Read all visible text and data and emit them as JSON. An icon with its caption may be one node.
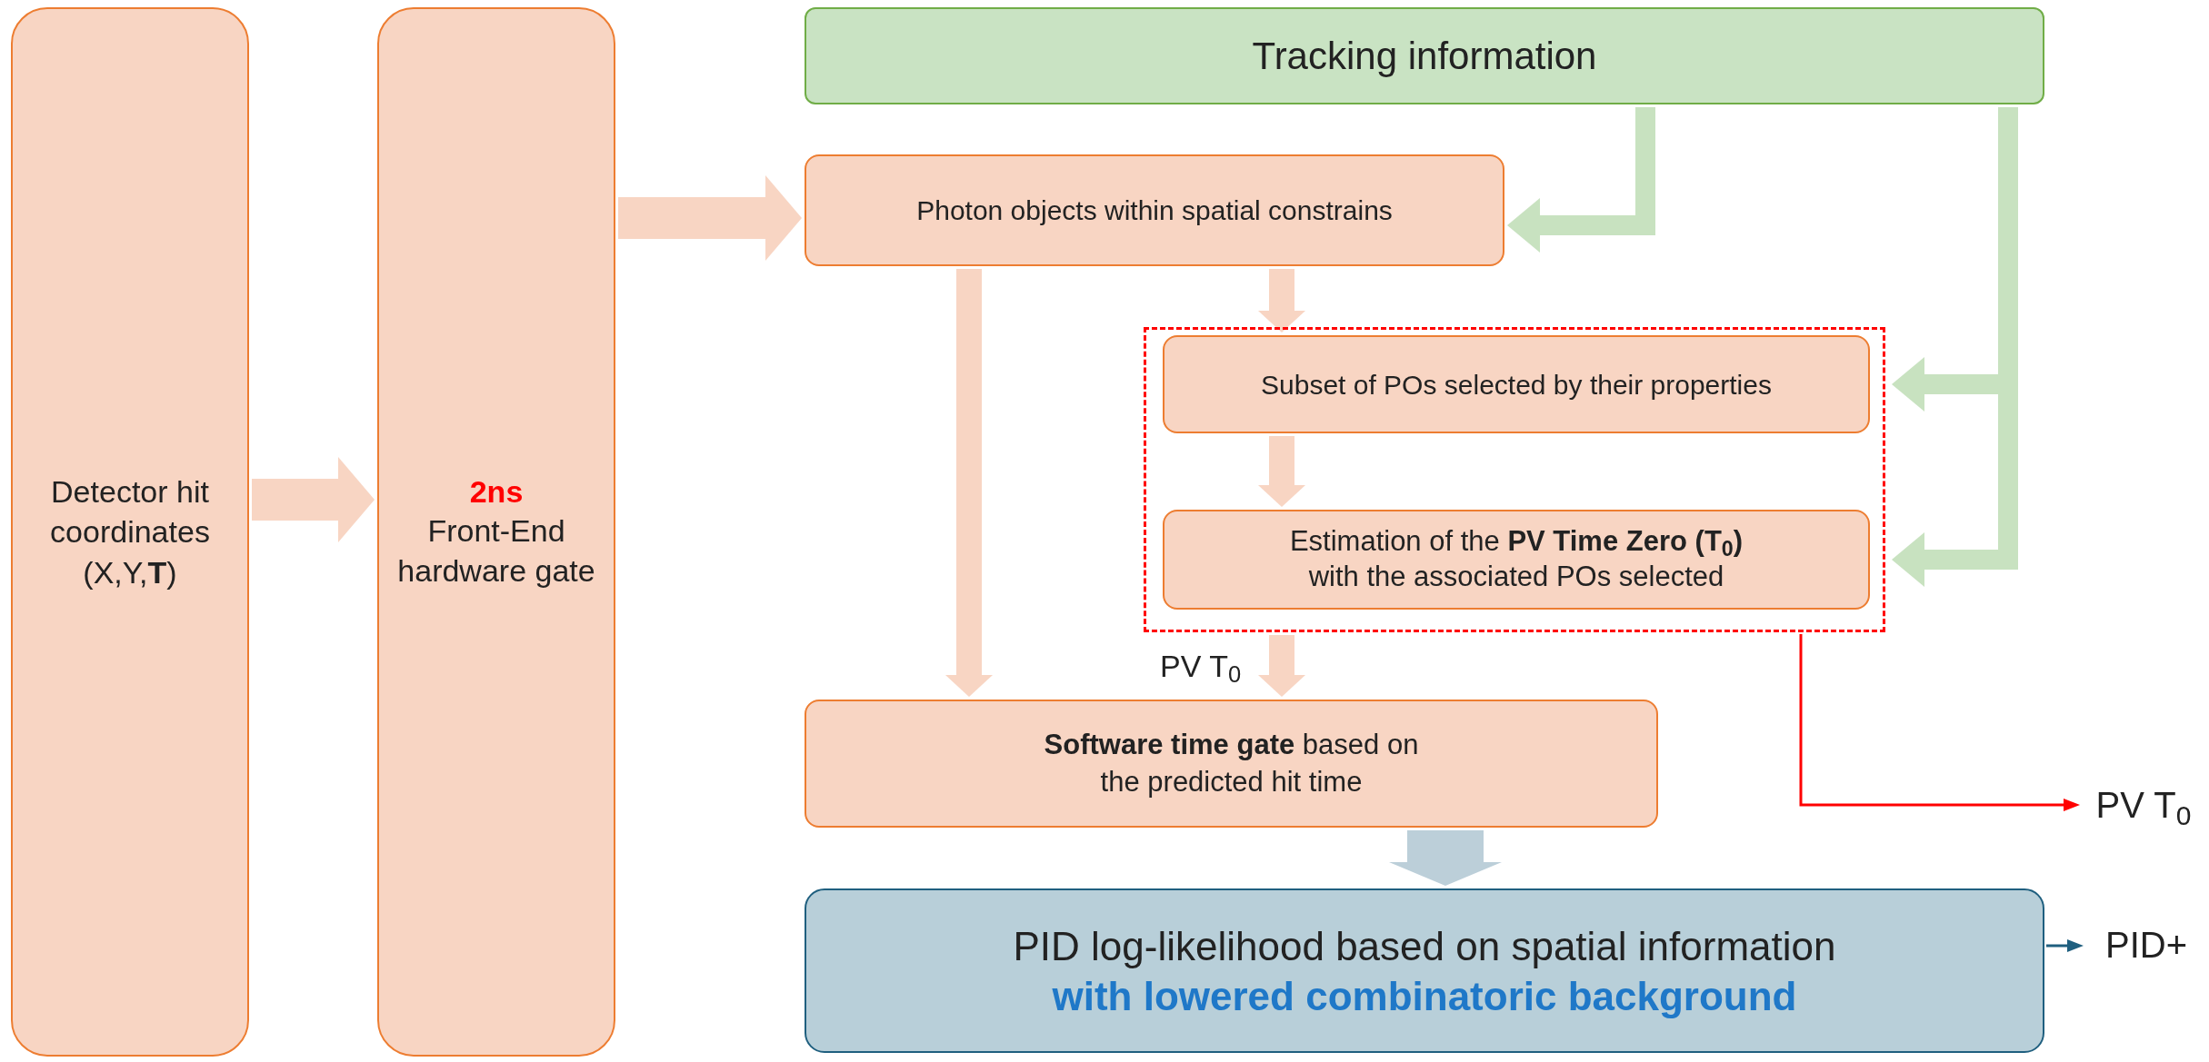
{
  "diagram": {
    "nodes": [
      {
        "text": [
          "Detector hit coordinates (X,Y,**T**)"
        ]
      },
      {
        "text": [
          "2ns",
          "Front-End hardware gate"
        ]
      },
      {
        "text": [
          "Tracking information"
        ]
      },
      {
        "text": [
          "Photon objects within spatial constrains"
        ]
      },
      {
        "text": [],
        "shape": "box"
      },
      {
        "text": [
          "Subset of POs selected by their properties"
        ],
        "in": 4
      },
      {
        "text": [
          "Estimation of the **PV Time Zero (T$_{0}$)** with the associated POs selected"
        ],
        "in": 4
      },
      {
        "text": [
          "**Software time gate** based on the predicted hit time"
        ]
      },
      {
        "text": [
          "PID log-likelihood based on spatial information",
          "with lowered combinatoric background"
        ]
      },
      {
        "text": [
          "PV T$_{0}$"
        ]
      },
      {
        "text": [
          "PID+"
        ]
      }
    ],
    "edges": [
      {
        "from": 0,
        "to": 1,
        "arrow": "to"
      },
      {
        "from": 1,
        "to": 3,
        "arrow": "to"
      },
      {
        "from": 2,
        "to": 3,
        "arrow": "to",
        "color": "#c8e2c0"
      },
      {
        "from": 2,
        "to": 5,
        "arrow": "to",
        "color": "#c8e2c0"
      },
      {
        "from": 2,
        "to": 6,
        "arrow": "to",
        "color": "#c8e2c0"
      },
      {
        "from": 3,
        "to": 5,
        "arrow": "to"
      },
      {
        "from": 5,
        "to": 6,
        "arrow": "to"
      },
      {
        "from": 4,
        "to": 7,
        "arrow": "to",
        "label": "PV T$_{0}$"
      },
      {
        "from": 3,
        "to": 7,
        "arrow": "to"
      },
      {
        "from": 7,
        "to": 8,
        "arrow": "to",
        "style": "thick",
        "color": "#bccfd9"
      },
      {
        "from": 4,
        "to": 9,
        "arrow": "to",
        "color": "#ff0000"
      },
      {
        "from": 8,
        "to": 10,
        "arrow": "to",
        "color": "#1f5f7f"
      }
    ]
  }
}
